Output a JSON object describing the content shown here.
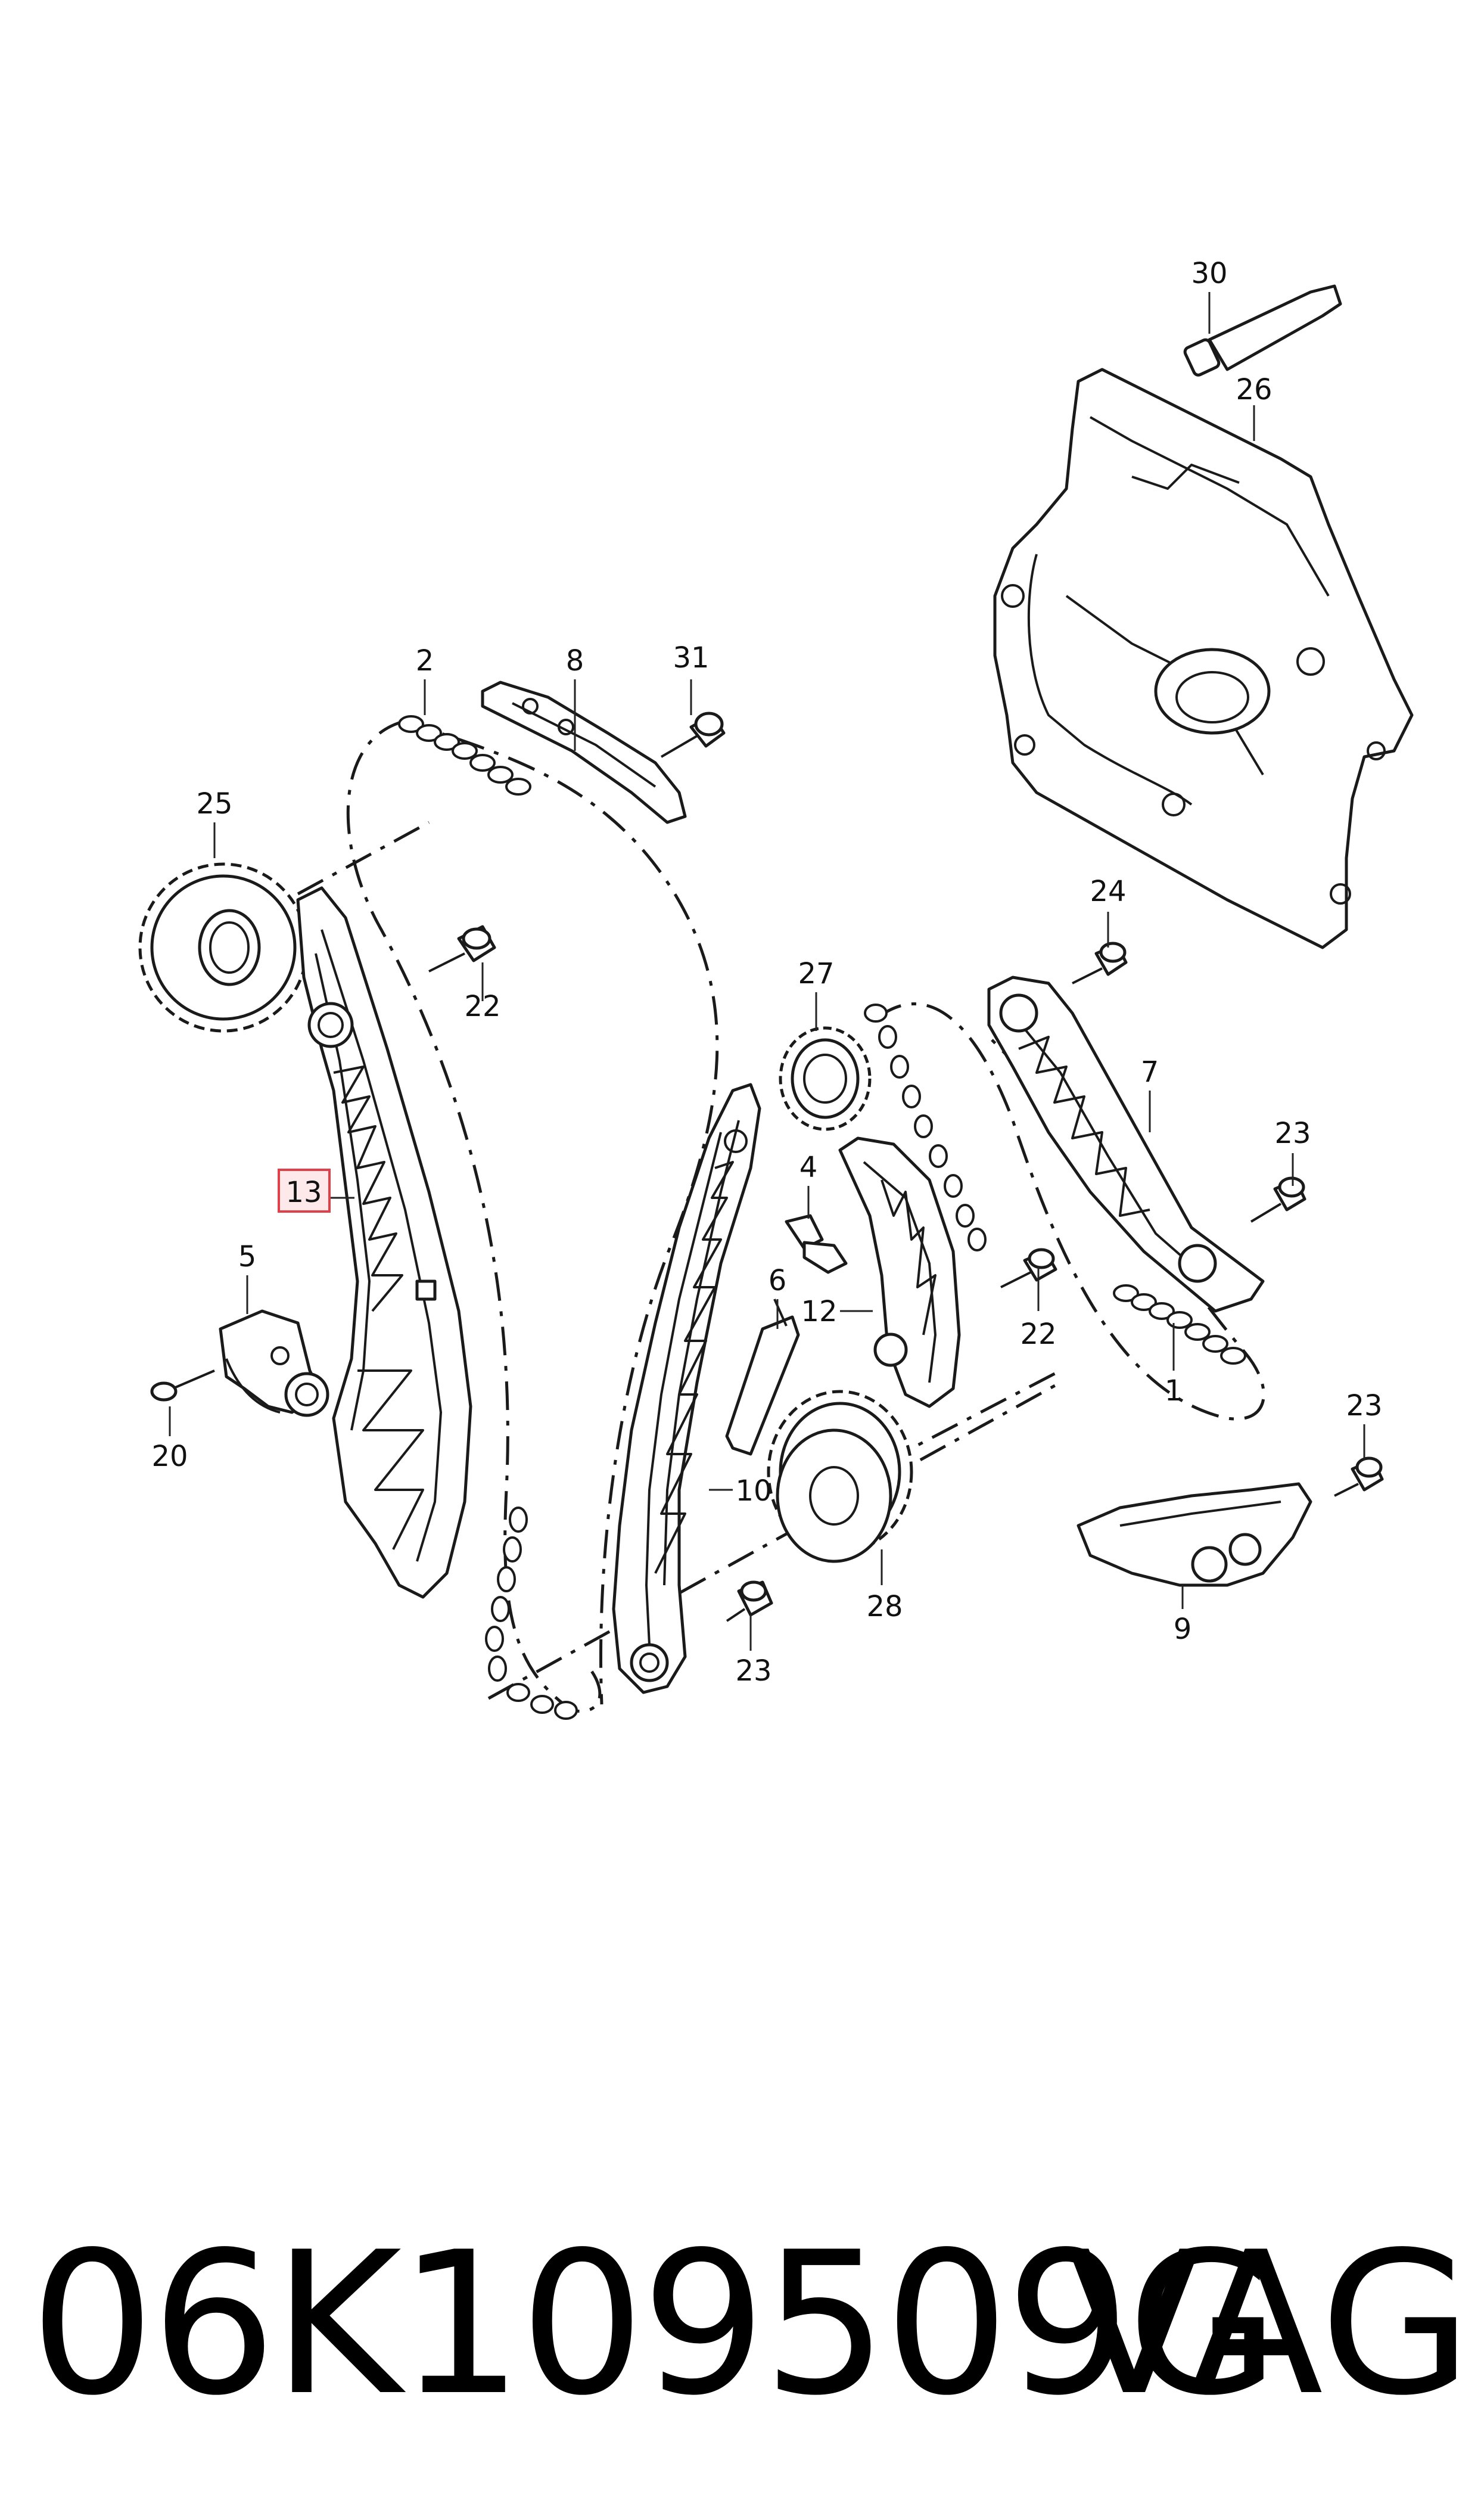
{
  "callouts": {
    "c1": "1",
    "c2": "2",
    "c4": "4",
    "c5": "5",
    "c6": "6",
    "c7": "7",
    "c8": "8",
    "c9": "9",
    "c10": "10",
    "c12": "12",
    "c13": "13",
    "c20": "20",
    "c22a": "22",
    "c22b": "22",
    "c23a": "23",
    "c23b": "23",
    "c23c": "23",
    "c24": "24",
    "c25": "25",
    "c26": "26",
    "c27": "27",
    "c28": "28",
    "c30": "30",
    "c31": "31"
  },
  "highlighted_callout": "13",
  "colors": {
    "highlight_fill": "#fde8ea",
    "highlight_stroke": "#e0404a",
    "line": "#1a1a1a"
  },
  "footer": {
    "part_number": "06K109509G",
    "brand": "VAG"
  }
}
